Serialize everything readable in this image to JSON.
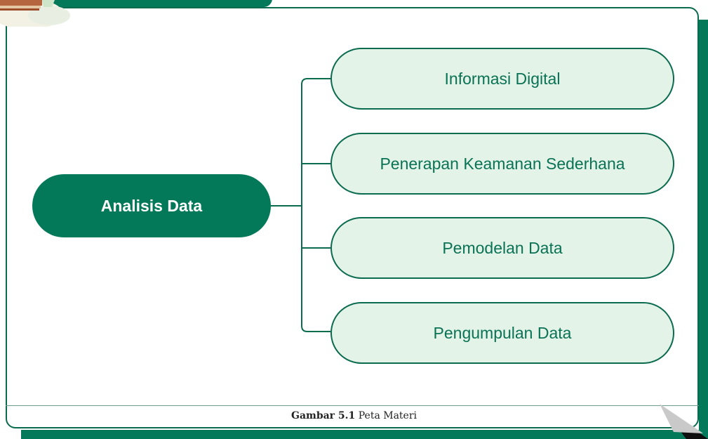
{
  "diagram": {
    "root": {
      "label": "Analisis Data"
    },
    "children": [
      {
        "label": "Informasi Digital"
      },
      {
        "label": "Penerapan Keamanan Sederhana"
      },
      {
        "label": "Pemodelan Data"
      },
      {
        "label": "Pengumpulan Data"
      }
    ]
  },
  "caption": {
    "number": "Gambar 5.1",
    "text": "Peta Materi"
  },
  "colors": {
    "primary": "#04795a",
    "node_fill": "#e3f3e8",
    "node_text": "#0a7255",
    "border": "#0b6b4f"
  }
}
